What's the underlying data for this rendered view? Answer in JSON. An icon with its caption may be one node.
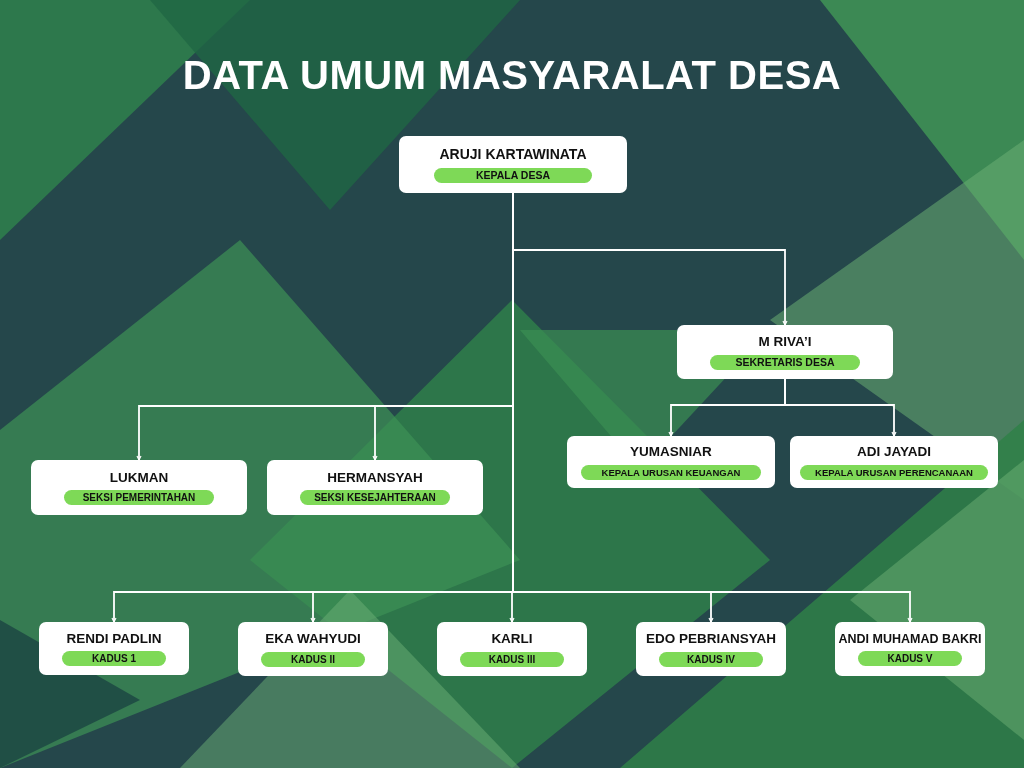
{
  "diagram": {
    "title": "DATA UMUM MASYARALAT DESA",
    "nodes": [
      {
        "text": [
          "ARUJI KARTAWINATA",
          "KEPALA DESA"
        ]
      },
      {
        "text": [
          "M RIVA’I",
          "SEKRETARIS DESA"
        ]
      },
      {
        "text": [
          "YUMASNIAR",
          "KEPALA URUSAN KEUANGAN"
        ]
      },
      {
        "text": [
          "ADI JAYADI",
          "KEPALA URUSAN PERENCANAAN"
        ]
      },
      {
        "text": [
          "LUKMAN",
          "SEKSI PEMERINTAHAN"
        ]
      },
      {
        "text": [
          "HERMANSYAH",
          "SEKSI KESEJAHTERAAN"
        ]
      },
      {
        "text": [
          "RENDI PADLIN",
          "KADUS 1"
        ]
      },
      {
        "text": [
          "EKA WAHYUDI",
          "KADUS II"
        ]
      },
      {
        "text": [
          "KARLI",
          "KADUS III"
        ]
      },
      {
        "text": [
          "EDO PEBRIANSYAH",
          "KADUS IV"
        ]
      },
      {
        "text": [
          "ANDI MUHAMAD BAKRI",
          "KADUS V"
        ]
      }
    ],
    "edges": [
      {
        "from": 0,
        "to": 1,
        "arrow": "to"
      },
      {
        "from": 1,
        "to": 2,
        "arrow": "to"
      },
      {
        "from": 1,
        "to": 3,
        "arrow": "to"
      },
      {
        "from": 0,
        "to": 4,
        "arrow": "to"
      },
      {
        "from": 0,
        "to": 5,
        "arrow": "to"
      },
      {
        "from": 0,
        "to": 6,
        "arrow": "to"
      },
      {
        "from": 0,
        "to": 7,
        "arrow": "to"
      },
      {
        "from": 0,
        "to": 8,
        "arrow": "to"
      },
      {
        "from": 0,
        "to": 9,
        "arrow": "to"
      },
      {
        "from": 0,
        "to": 10,
        "arrow": "to"
      }
    ]
  }
}
